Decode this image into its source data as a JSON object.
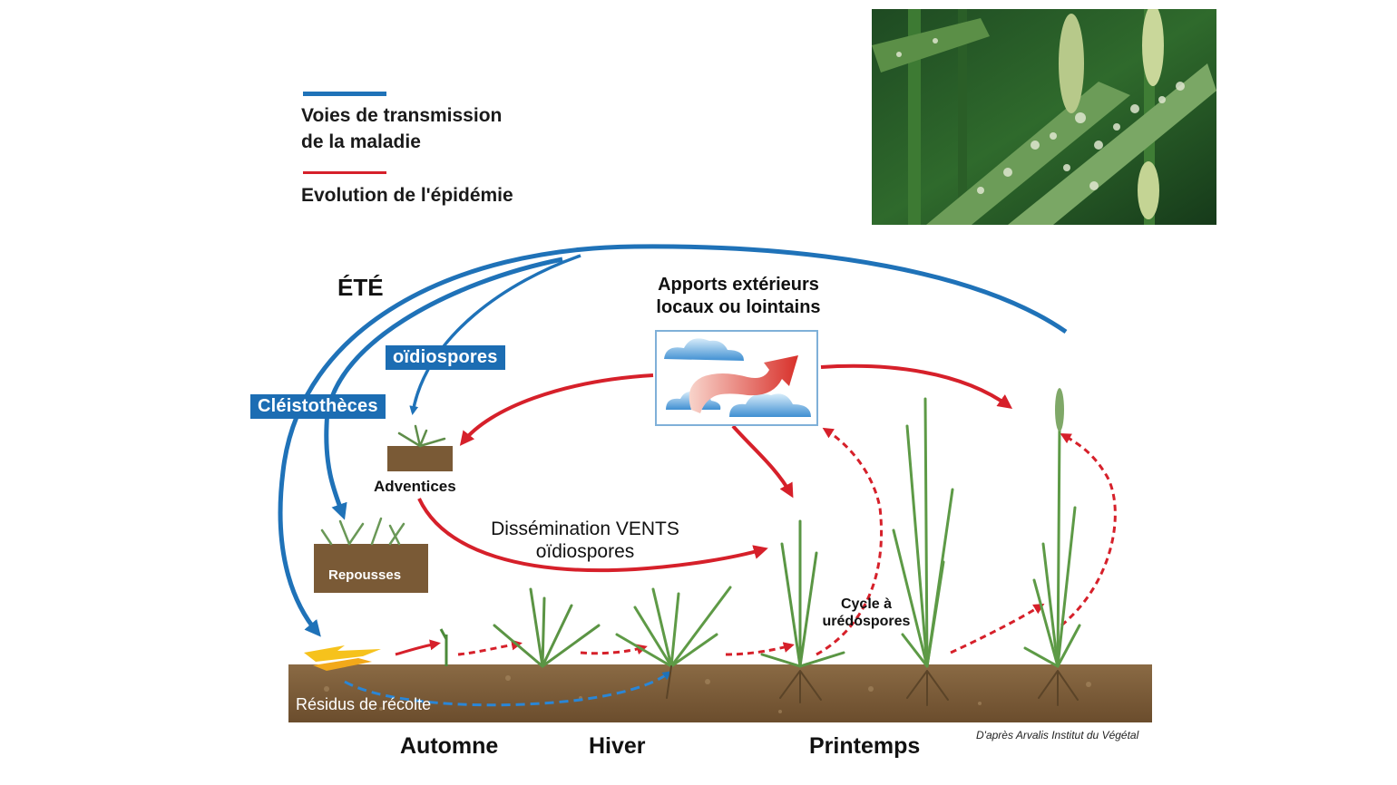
{
  "legend": {
    "transmission_label_1": "Voies de transmission",
    "transmission_label_2": "de la maladie",
    "transmission_color": "#1f72b8",
    "epidemic_label": "Evolution de l'épidémie",
    "epidemic_color": "#d6202a"
  },
  "labels": {
    "summer": "ÉTÉ",
    "oidiospores_badge": "oïdiospores",
    "cleistotheces_badge": "Cléistothèces",
    "external_1": "Apports extérieurs",
    "external_2": "locaux ou lointains",
    "weeds": "Adventices",
    "volunteers": "Repousses",
    "wind_1": "Dissémination VENTS",
    "wind_2": "oïdiospores",
    "cycle_1": "Cycle à",
    "cycle_2": "urédospores",
    "residues": "Résidus de récolte"
  },
  "seasons": [
    "Automne",
    "Hiver",
    "Printemps"
  ],
  "credit": "D'après Arvalis Institut du Végétal",
  "icons": {
    "photo": "wheat-leaf-photo",
    "clouds": "cloud-icon",
    "wind": "wind-arrow-icon"
  }
}
